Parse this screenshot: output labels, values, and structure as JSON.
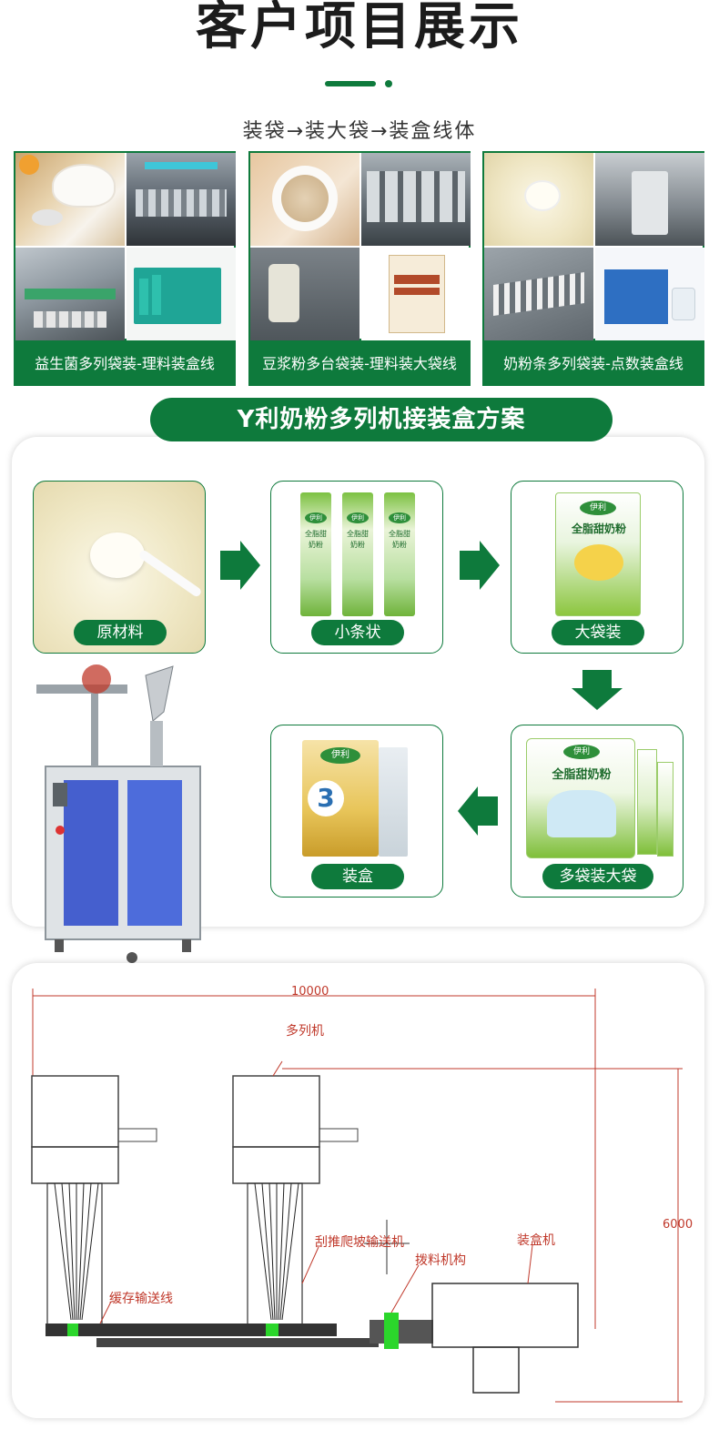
{
  "header": {
    "title": "客户项目展示",
    "subtitle": "装袋→装大袋→装盒线体"
  },
  "cases": [
    {
      "caption": "益生菌多列袋装-理料装盒线",
      "photos": [
        "powder-cup-photo",
        "multi-lane-machine-photo",
        "conveyor-line-photo",
        "green-stick-box-photo"
      ]
    },
    {
      "caption": "豆浆粉多台袋装-理料装大袋线",
      "photos": [
        "oat-bowl-photo",
        "machine-row-photo",
        "filler-machine-photo",
        "calcium-bag-photo"
      ]
    },
    {
      "caption": "奶粉条多列袋装-点数装盒线",
      "photos": [
        "milk-powder-scoop-photo",
        "bagger-photo",
        "stick-conveyor-photo",
        "blue-box-photo"
      ]
    }
  ],
  "solution": {
    "title": "Y利奶粉多列机接装盒方案",
    "steps": {
      "raw": "原材料",
      "sticks": "小条状",
      "big_bag": "大袋装",
      "multi_bag": "多袋装大袋",
      "boxed": "装盒"
    },
    "product_text": {
      "brand": "伊利",
      "milk_name": "全脂甜奶粉",
      "stick_name_1": "全脂甜",
      "stick_name_2": "奶粉",
      "box_number": "3"
    }
  },
  "layout_drawing": {
    "width_dim": "10000",
    "height_dim": "6000",
    "labels": {
      "multi_lane": "多列机",
      "scraper_conveyor": "刮推爬坡输送机",
      "buffer_conveyor": "缓存输送线",
      "pick_mechanism": "拨料机构",
      "cartoner": "装盒机"
    }
  },
  "colors": {
    "brand_green": "#0e7a3c",
    "dimension_red": "#c0392b"
  }
}
